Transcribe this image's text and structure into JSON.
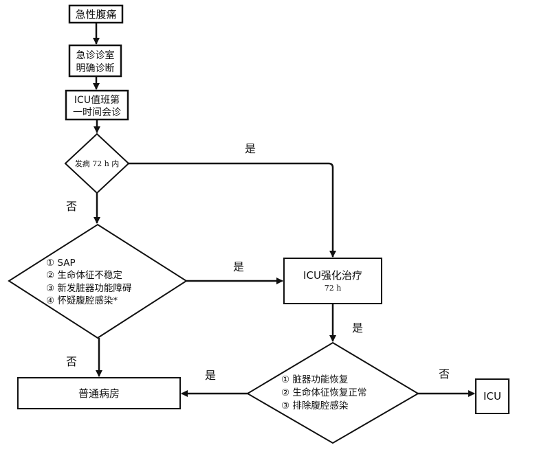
{
  "nodes": {
    "start": "急性腹痛",
    "er": [
      "急诊诊室",
      "明确诊断"
    ],
    "icu_consult": [
      "ICU值班第",
      "一时间会诊"
    ],
    "decision_onset": "发病 72 h 内",
    "decision_criteria": [
      "①  SAP",
      "②  生命体征不稳定",
      "③  新发脏器功能障碍",
      "④  怀疑腹腔感染*"
    ],
    "icu_treatment": "ICU强化治疗",
    "icu_treatment_duration": "72 h",
    "decision_recovery": [
      "①  脏器功能恢复",
      "②  生命体征恢复正常",
      "③  排除腹腔感染"
    ],
    "general_ward": "普通病房",
    "icu": "ICU"
  },
  "edges": {
    "onset_yes": "是",
    "onset_no": "否",
    "criteria_yes": "是",
    "criteria_no": "否",
    "treatment_yes": "是",
    "recovery_yes": "是",
    "recovery_no": "否"
  }
}
